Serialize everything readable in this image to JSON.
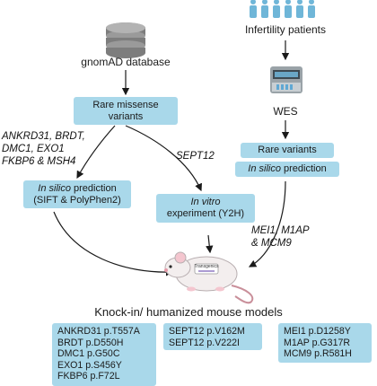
{
  "database": {
    "label": "gnomAD database"
  },
  "patients": {
    "label": "Infertility patients"
  },
  "wes": {
    "label": "WES"
  },
  "rare_missense": {
    "line1": "Rare missense",
    "line2": "variants"
  },
  "rare_variants": {
    "label": "Rare variants"
  },
  "in_silico_right": {
    "italic": "In silico",
    "rest": " prediction"
  },
  "in_silico_left": {
    "italic": "In silico",
    "rest": " prediction",
    "line2": "(SIFT & PolyPhen2)"
  },
  "in_vitro": {
    "italic": "In vitro",
    "line2": "experiment (Y2H)"
  },
  "genes_left": {
    "lines": [
      "ANKRD31, BRDT,",
      "DMC1, EXO1",
      "FKBP6 & MSH4"
    ]
  },
  "genes_middle": {
    "label": "SEPT12"
  },
  "genes_right": {
    "lines": [
      "MEI1, M1AP",
      "& MCM9"
    ]
  },
  "mouse": {
    "tag": "Transgenics"
  },
  "models_title": "Knock-in/ humanized mouse models",
  "variants_left": [
    "ANKRD31 p.T557A",
    "BRDT p.D550H",
    "DMC1 p.G50C",
    "EXO1 p.S456Y",
    "FKBP6 p.F72L"
  ],
  "variants_middle": [
    "SEPT12 p.V162M",
    "SEPT12 p.V222I"
  ],
  "variants_right": [
    "MEI1 p.D1258Y",
    "M1AP p.G317R",
    "MCM9 p.R581H"
  ],
  "colors": {
    "box": "#a9d8ea",
    "patient_icon": "#6fb6d8",
    "arrow": "#1a1a1a"
  }
}
